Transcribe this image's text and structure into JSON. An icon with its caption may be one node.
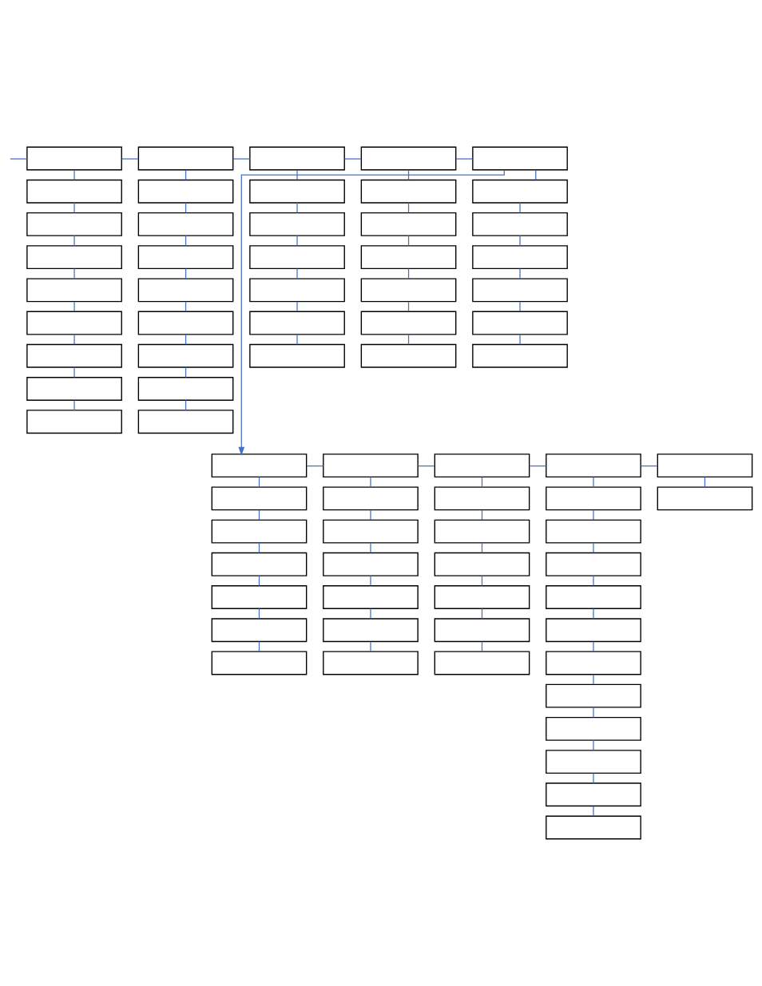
{
  "diagram": {
    "nodes": [
      {
        "text": [],
        "shape": "box"
      },
      {
        "text": [],
        "shape": "box"
      },
      {
        "text": [],
        "shape": "box"
      },
      {
        "text": [],
        "shape": "box"
      },
      {
        "text": [],
        "shape": "box"
      },
      {
        "text": [],
        "shape": "box"
      },
      {
        "text": [],
        "shape": "box"
      },
      {
        "text": [],
        "shape": "box"
      },
      {
        "text": [],
        "shape": "box"
      },
      {
        "text": [],
        "shape": "box"
      },
      {
        "text": [],
        "shape": "box"
      },
      {
        "text": [],
        "shape": "box"
      },
      {
        "text": [],
        "shape": "box"
      },
      {
        "text": [],
        "shape": "box"
      },
      {
        "text": [],
        "shape": "box"
      },
      {
        "text": [],
        "shape": "box"
      },
      {
        "text": [],
        "shape": "box"
      },
      {
        "text": [],
        "shape": "box"
      },
      {
        "text": [],
        "shape": "box"
      },
      {
        "text": [],
        "shape": "box"
      },
      {
        "text": [],
        "shape": "box"
      },
      {
        "text": [],
        "shape": "box"
      },
      {
        "text": [],
        "shape": "box"
      },
      {
        "text": [],
        "shape": "box"
      },
      {
        "text": [],
        "shape": "box"
      },
      {
        "text": [],
        "shape": "box"
      },
      {
        "text": [],
        "shape": "box"
      },
      {
        "text": [],
        "shape": "box"
      },
      {
        "text": [],
        "shape": "box"
      },
      {
        "text": [],
        "shape": "box"
      },
      {
        "text": [],
        "shape": "box"
      },
      {
        "text": [],
        "shape": "box"
      },
      {
        "text": [],
        "shape": "box"
      },
      {
        "text": [],
        "shape": "box"
      },
      {
        "text": [],
        "shape": "box"
      },
      {
        "text": [],
        "shape": "box"
      },
      {
        "text": [],
        "shape": "box"
      },
      {
        "text": [],
        "shape": "box"
      },
      {
        "text": [],
        "shape": "box"
      },
      {
        "text": [],
        "shape": "box"
      },
      {
        "text": [],
        "shape": "box"
      },
      {
        "text": [],
        "shape": "box"
      },
      {
        "text": [],
        "shape": "box"
      },
      {
        "text": [],
        "shape": "box"
      },
      {
        "text": [],
        "shape": "box"
      },
      {
        "text": [],
        "shape": "box"
      },
      {
        "text": [],
        "shape": "box"
      },
      {
        "text": [],
        "shape": "box"
      },
      {
        "text": [],
        "shape": "box"
      },
      {
        "text": [],
        "shape": "box"
      },
      {
        "text": [],
        "shape": "box"
      },
      {
        "text": [],
        "shape": "box"
      },
      {
        "text": [],
        "shape": "box"
      },
      {
        "text": [],
        "shape": "box"
      },
      {
        "text": [],
        "shape": "box"
      },
      {
        "text": [],
        "shape": "box"
      },
      {
        "text": [],
        "shape": "box"
      },
      {
        "text": [],
        "shape": "box"
      },
      {
        "text": [],
        "shape": "box"
      },
      {
        "text": [],
        "shape": "box"
      },
      {
        "text": [],
        "shape": "box"
      },
      {
        "text": [],
        "shape": "box"
      },
      {
        "text": [],
        "shape": "box"
      },
      {
        "text": [],
        "shape": "box"
      },
      {
        "text": [],
        "shape": "box"
      },
      {
        "text": [],
        "shape": "box"
      },
      {
        "text": [],
        "shape": "box"
      },
      {
        "text": [],
        "shape": "box"
      },
      {
        "text": [],
        "shape": "box"
      },
      {
        "text": [],
        "shape": "box"
      },
      {
        "text": [],
        "shape": "box"
      },
      {
        "text": [],
        "shape": "box"
      },
      {
        "text": [],
        "shape": "box"
      },
      {
        "text": [],
        "shape": "box"
      }
    ],
    "edges": [
      {
        "from": null,
        "to": 0,
        "arrow": "none"
      },
      {
        "from": 0,
        "to": 9,
        "arrow": "none"
      },
      {
        "from": 9,
        "to": 18,
        "arrow": "none"
      },
      {
        "from": 18,
        "to": 25,
        "arrow": "none"
      },
      {
        "from": 25,
        "to": 32,
        "arrow": "none"
      },
      {
        "from": 0,
        "to": 1,
        "arrow": "none"
      },
      {
        "from": 1,
        "to": 2,
        "arrow": "none"
      },
      {
        "from": 2,
        "to": 3,
        "arrow": "none"
      },
      {
        "from": 3,
        "to": 4,
        "arrow": "none"
      },
      {
        "from": 4,
        "to": 5,
        "arrow": "none"
      },
      {
        "from": 5,
        "to": 6,
        "arrow": "none"
      },
      {
        "from": 6,
        "to": 7,
        "arrow": "none"
      },
      {
        "from": 7,
        "to": 8,
        "arrow": "none"
      },
      {
        "from": 9,
        "to": 10,
        "arrow": "none"
      },
      {
        "from": 10,
        "to": 11,
        "arrow": "none"
      },
      {
        "from": 11,
        "to": 12,
        "arrow": "none"
      },
      {
        "from": 12,
        "to": 13,
        "arrow": "none"
      },
      {
        "from": 13,
        "to": 14,
        "arrow": "none"
      },
      {
        "from": 14,
        "to": 15,
        "arrow": "none"
      },
      {
        "from": 15,
        "to": 16,
        "arrow": "none"
      },
      {
        "from": 16,
        "to": 17,
        "arrow": "none"
      },
      {
        "from": 18,
        "to": 19,
        "arrow": "none"
      },
      {
        "from": 19,
        "to": 20,
        "arrow": "none"
      },
      {
        "from": 20,
        "to": 21,
        "arrow": "none"
      },
      {
        "from": 21,
        "to": 22,
        "arrow": "none"
      },
      {
        "from": 22,
        "to": 23,
        "arrow": "none"
      },
      {
        "from": 23,
        "to": 24,
        "arrow": "none"
      },
      {
        "from": 25,
        "to": 26,
        "arrow": "none"
      },
      {
        "from": 26,
        "to": 27,
        "arrow": "none"
      },
      {
        "from": 27,
        "to": 28,
        "arrow": "none"
      },
      {
        "from": 28,
        "to": 29,
        "arrow": "none"
      },
      {
        "from": 29,
        "to": 30,
        "arrow": "none"
      },
      {
        "from": 30,
        "to": 31,
        "arrow": "none"
      },
      {
        "from": 32,
        "to": 33,
        "arrow": "none"
      },
      {
        "from": 33,
        "to": 34,
        "arrow": "none"
      },
      {
        "from": 34,
        "to": 35,
        "arrow": "none"
      },
      {
        "from": 35,
        "to": 36,
        "arrow": "none"
      },
      {
        "from": 36,
        "to": 37,
        "arrow": "none"
      },
      {
        "from": 37,
        "to": 38,
        "arrow": "none"
      },
      {
        "from": 39,
        "to": 46,
        "arrow": "none"
      },
      {
        "from": 46,
        "to": 53,
        "arrow": "none"
      },
      {
        "from": 53,
        "to": 60,
        "arrow": "none"
      },
      {
        "from": 60,
        "to": 72,
        "arrow": "none"
      },
      {
        "from": 39,
        "to": 40,
        "arrow": "none"
      },
      {
        "from": 40,
        "to": 41,
        "arrow": "none"
      },
      {
        "from": 41,
        "to": 42,
        "arrow": "none"
      },
      {
        "from": 42,
        "to": 43,
        "arrow": "none"
      },
      {
        "from": 43,
        "to": 44,
        "arrow": "none"
      },
      {
        "from": 44,
        "to": 45,
        "arrow": "none"
      },
      {
        "from": 46,
        "to": 47,
        "arrow": "none"
      },
      {
        "from": 47,
        "to": 48,
        "arrow": "none"
      },
      {
        "from": 48,
        "to": 49,
        "arrow": "none"
      },
      {
        "from": 49,
        "to": 50,
        "arrow": "none"
      },
      {
        "from": 50,
        "to": 51,
        "arrow": "none"
      },
      {
        "from": 51,
        "to": 52,
        "arrow": "none"
      },
      {
        "from": 53,
        "to": 54,
        "arrow": "none"
      },
      {
        "from": 54,
        "to": 55,
        "arrow": "none"
      },
      {
        "from": 55,
        "to": 56,
        "arrow": "none"
      },
      {
        "from": 56,
        "to": 57,
        "arrow": "none"
      },
      {
        "from": 57,
        "to": 58,
        "arrow": "none"
      },
      {
        "from": 58,
        "to": 59,
        "arrow": "none"
      },
      {
        "from": 60,
        "to": 61,
        "arrow": "none"
      },
      {
        "from": 61,
        "to": 62,
        "arrow": "none"
      },
      {
        "from": 62,
        "to": 63,
        "arrow": "none"
      },
      {
        "from": 63,
        "to": 64,
        "arrow": "none"
      },
      {
        "from": 64,
        "to": 65,
        "arrow": "none"
      },
      {
        "from": 65,
        "to": 66,
        "arrow": "none"
      },
      {
        "from": 66,
        "to": 67,
        "arrow": "none"
      },
      {
        "from": 67,
        "to": 68,
        "arrow": "none"
      },
      {
        "from": 68,
        "to": 69,
        "arrow": "none"
      },
      {
        "from": 69,
        "to": 70,
        "arrow": "none"
      },
      {
        "from": 70,
        "to": 71,
        "arrow": "none"
      },
      {
        "from": 72,
        "to": 73,
        "arrow": "none"
      },
      {
        "from": 32,
        "to": 39,
        "arrow": "to"
      }
    ]
  }
}
